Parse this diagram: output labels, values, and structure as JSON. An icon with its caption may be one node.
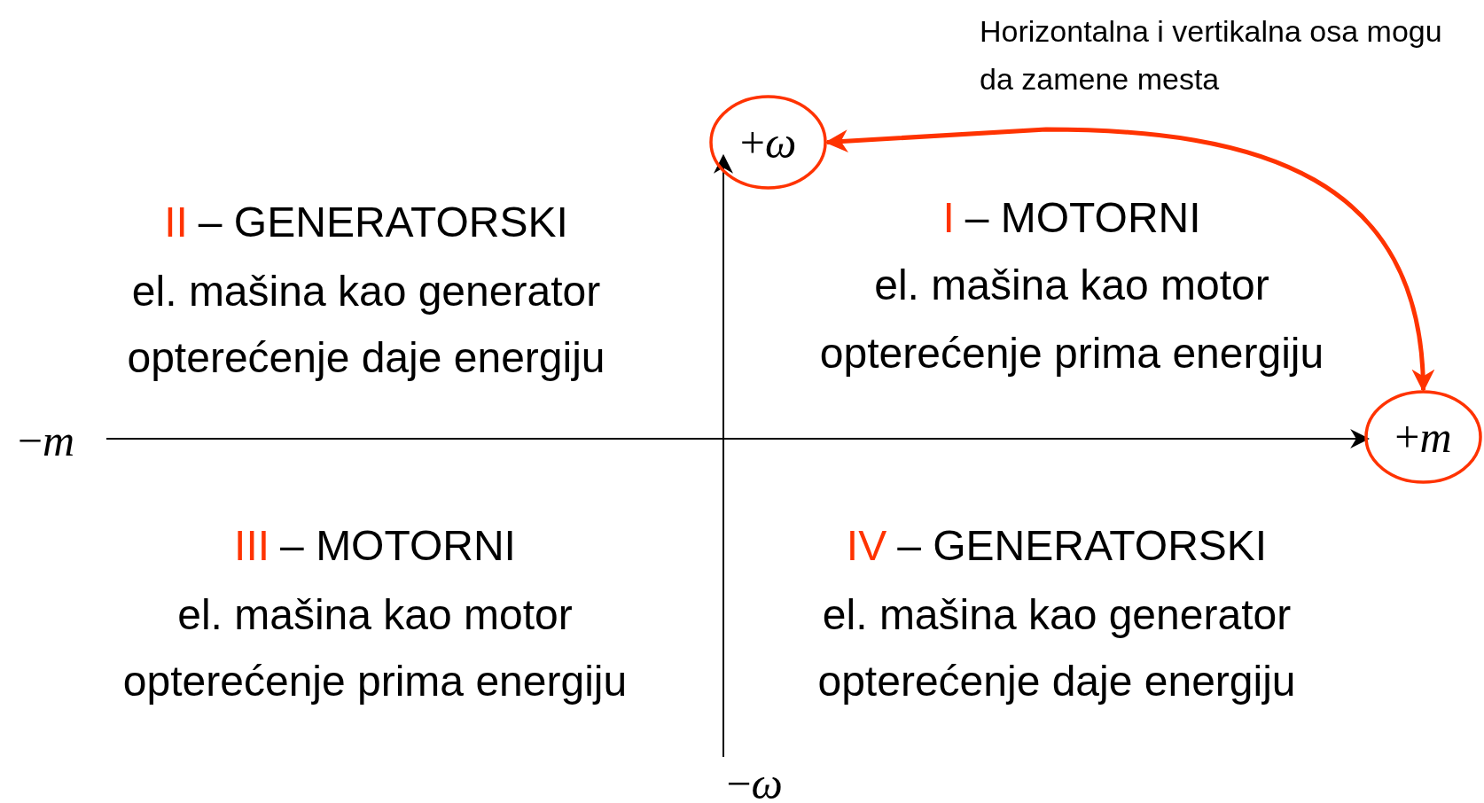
{
  "diagram": {
    "nodes": [
      {
        "text": [
          "+*ω*"
        ]
      },
      {
        "text": [
          "+*m*"
        ]
      }
    ],
    "edges": [
      {
        "from": 0,
        "to": 1,
        "arrow": "both",
        "color": "#ff3300"
      }
    ],
    "labels": [
      "Horizontalna i vertikalna osa mogu da zamene mesta",
      "II",
      "– GENERATORSKI",
      "I",
      "– MOTORNI",
      "el. mašina kao generator",
      "el. mašina kao motor",
      "opterećenje daje energiju",
      "opterećenje prima energiju",
      "−*m*",
      "III",
      "– MOTORNI",
      "IV",
      "– GENERATORSKI",
      "el. mašina kao motor",
      "el. mašina kao generator",
      "opterećenje prima energiju",
      "opterećenje daje energiju",
      "−*ω*"
    ]
  }
}
